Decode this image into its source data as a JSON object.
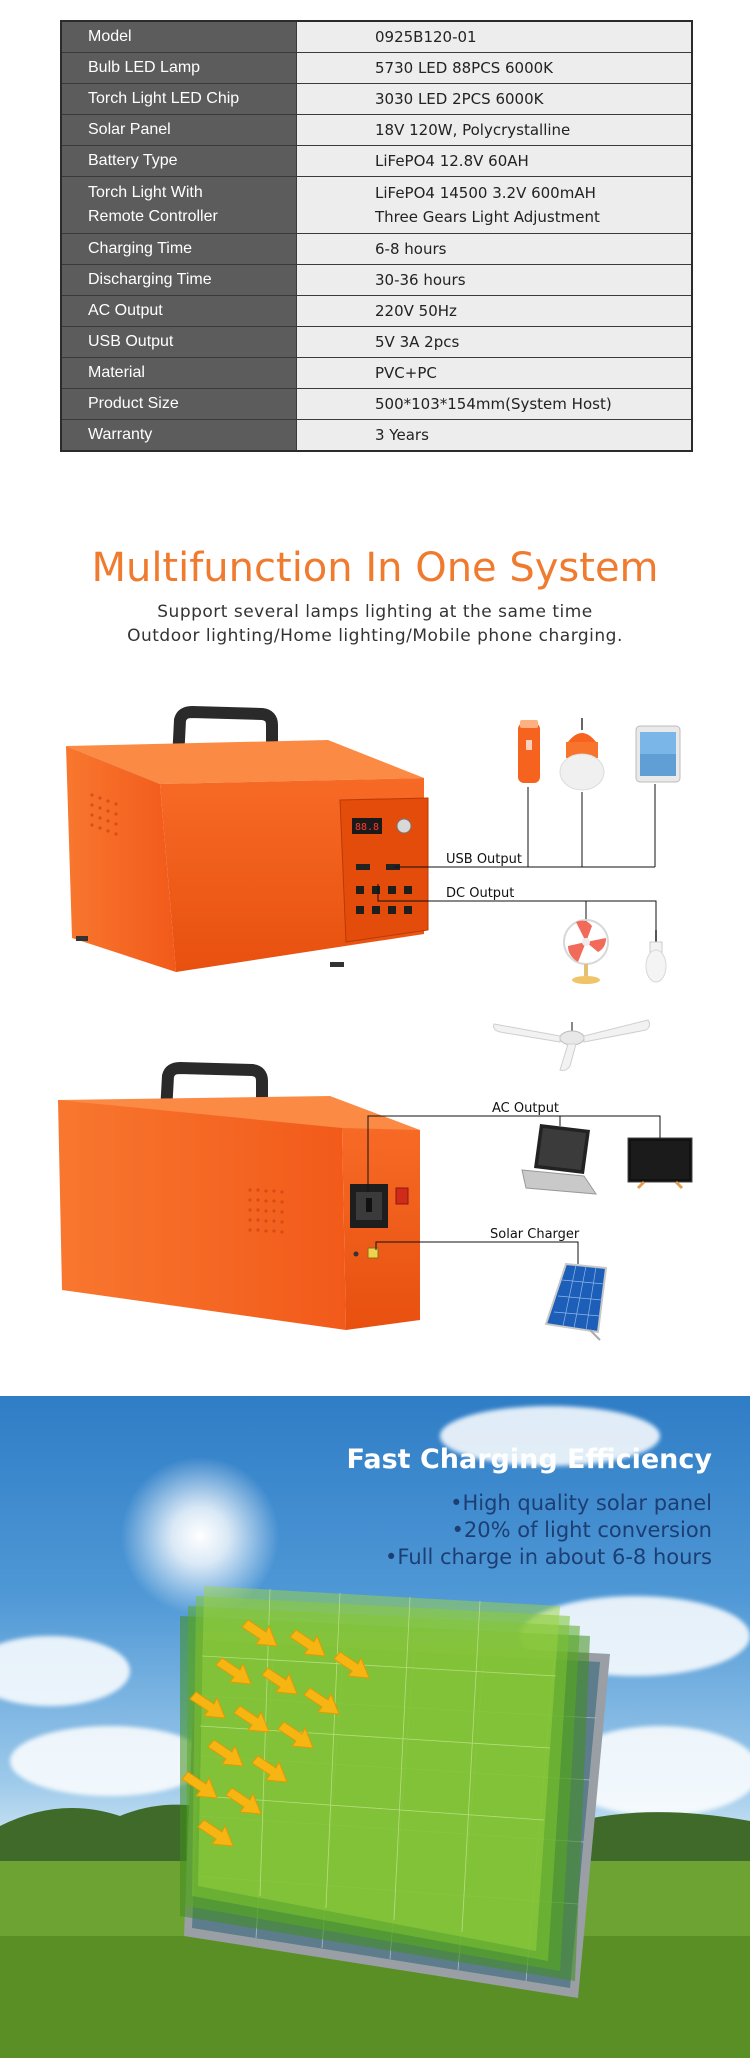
{
  "spec_table": {
    "rows": [
      {
        "key": "Model",
        "value": "0925B120-01"
      },
      {
        "key": "Bulb LED Lamp",
        "value": "5730 LED 88PCS 6000K"
      },
      {
        "key": "Torch Light LED Chip",
        "value": "3030 LED 2PCS 6000K"
      },
      {
        "key": "Solar Panel",
        "value": "18V 120W, Polycrystalline"
      },
      {
        "key": "Battery Type",
        "value": "LiFePO4 12.8V 60AH"
      },
      {
        "key": "Torch Light With\nRemote Controller",
        "value": "LiFePO4 14500 3.2V 600mAH\nThree Gears Light Adjustment"
      },
      {
        "key": "Charging Time",
        "value": "6-8 hours"
      },
      {
        "key": "Discharging Time",
        "value": "30-36 hours"
      },
      {
        "key": "AC Output",
        "value": "220V 50Hz"
      },
      {
        "key": "USB Output",
        "value": "5V 3A 2pcs"
      },
      {
        "key": "Material",
        "value": "PVC+PC"
      },
      {
        "key": "Product Size",
        "value": "500*103*154mm(System Host)"
      },
      {
        "key": "Warranty",
        "value": "3 Years"
      }
    ]
  },
  "multifunction": {
    "title": "Multifunction In One System",
    "subtitle_line1": "Support several lamps lighting at the same time",
    "subtitle_line2": "Outdoor lighting/Home lighting/Mobile phone charging.",
    "labels": {
      "usb_output": "USB Output",
      "dc_output": "DC Output",
      "ac_output": "AC Output",
      "solar_charger": "Solar Charger"
    },
    "display_reading": "88.8"
  },
  "fast_charging": {
    "title": "Fast Charging Efficiency",
    "bullets": [
      "•High quality solar panel",
      "•20% of light conversion",
      "•Full charge in about 6-8 hours"
    ]
  },
  "colors": {
    "accent_orange": "#f07b2f",
    "device_orange": "#f25a1a",
    "table_key_bg": "#5c5c5c",
    "table_val_bg": "#ededed",
    "bullet_blue": "#1c3e73"
  }
}
